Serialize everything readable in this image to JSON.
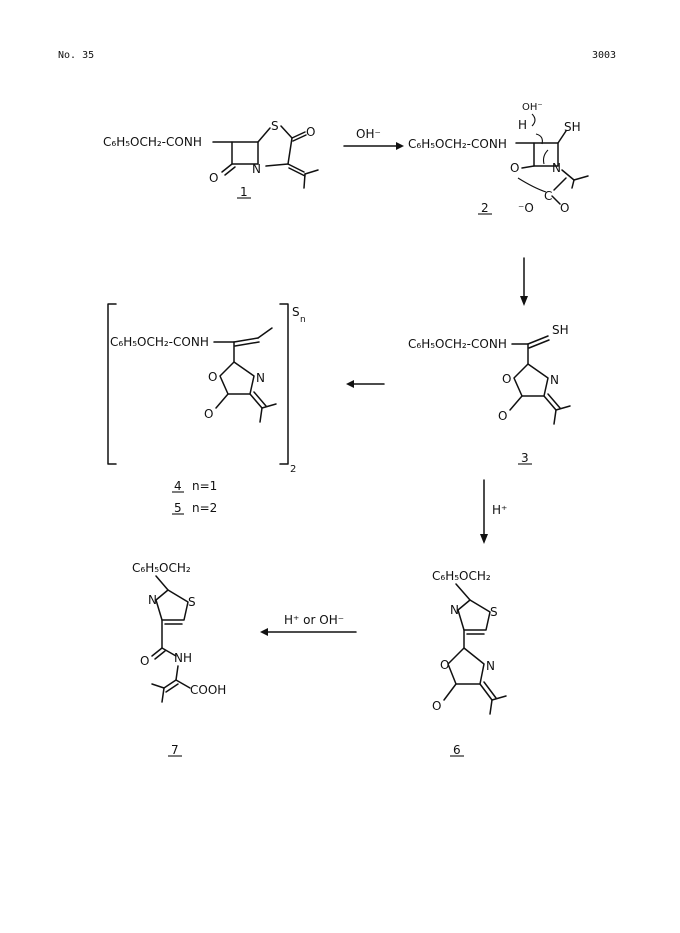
{
  "header": {
    "left": "No. 35",
    "right": "3003"
  },
  "scheme": {
    "reagents": {
      "r1": "OH⁻",
      "r2": "H⁺",
      "r3": "H⁺ or OH⁻"
    },
    "compound_labels": {
      "c1": "1",
      "c2": "2",
      "c3": "3",
      "c4": "4",
      "c5": "5",
      "c6": "6",
      "c7": "7"
    },
    "n_values": {
      "n1": "n=1",
      "n2": "n=2"
    },
    "atoms": {
      "side_chain": "C₆H₅OCH₂-CONH",
      "side_chain2": "C₆H₅OCH₂",
      "S": "S",
      "O": "O",
      "N": "N",
      "SH": "SH",
      "H": "H",
      "OH": "OH",
      "NH": "NH",
      "COOH": "COOH",
      "carboxylate": "⁻O",
      "C": "C",
      "Sn": "S",
      "n_sub": "n",
      "bracket_sub": "2",
      "oh_minus": "OH⁻"
    }
  }
}
